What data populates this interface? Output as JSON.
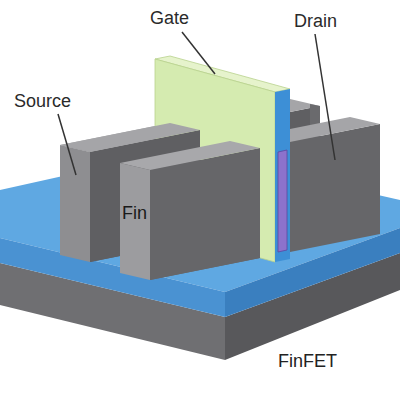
{
  "diagram": {
    "caption": "FinFET",
    "labels": [
      "Gate",
      "Drain",
      "Source",
      "Fin"
    ]
  }
}
